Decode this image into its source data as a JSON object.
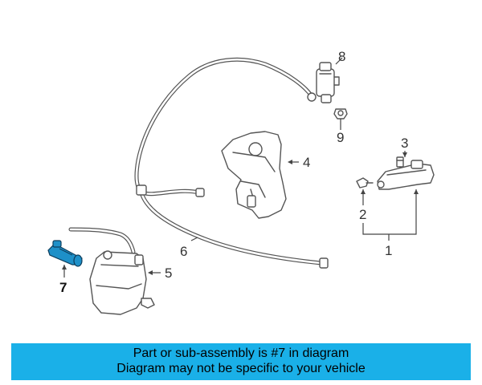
{
  "callouts": {
    "p1": "1",
    "p2": "2",
    "p3": "3",
    "p4": "4",
    "p5": "5",
    "p6": "6",
    "p7": "7",
    "p8": "8",
    "p9": "9"
  },
  "highlighted_part": "7",
  "colors": {
    "banner": "#1ab0e8",
    "highlight": "#1e90c8",
    "lines": "#555555"
  },
  "banner": {
    "line1": "Part or sub-assembly is #7 in diagram",
    "line2": "Diagram may not be specific to your vehicle"
  }
}
